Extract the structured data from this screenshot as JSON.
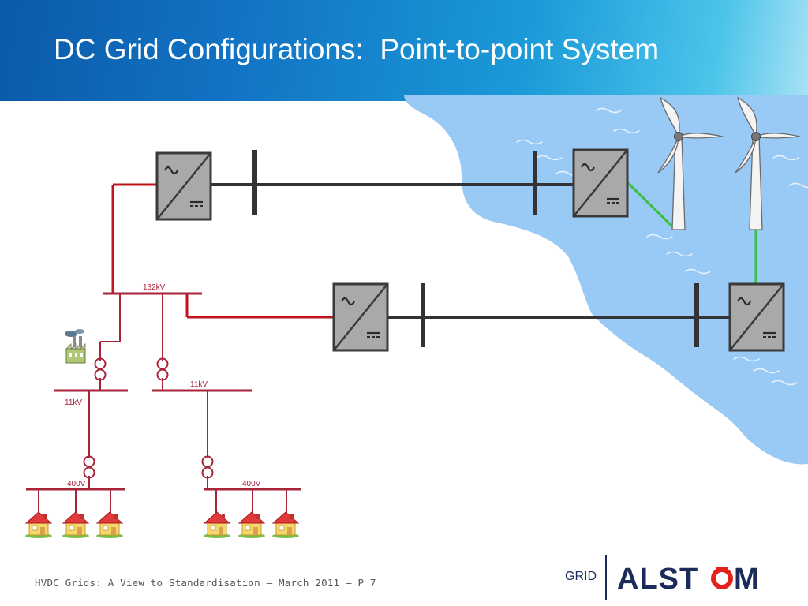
{
  "slide": {
    "title": "DC Grid Configurations:  Point-to-point System",
    "footer": "HVDC Grids: A View to Standardisation – March 2011 – P 7",
    "brand": {
      "grid_label": "GRID",
      "logo_text": "ALSTOM"
    }
  },
  "diagram": {
    "labels": {
      "bus_132kv": "132kV",
      "bus_11kv_left": "11kV",
      "bus_11kv_right": "11kV",
      "bus_400v_left": "400V",
      "bus_400v_right": "400V"
    },
    "converter_symbol": {
      "ac": "~",
      "dc": "⎓"
    }
  },
  "colors": {
    "header_dark": "#0b5aa8",
    "header_light": "#4cc4ea",
    "sea": "#99c9f5",
    "ac_line": "#c0151c",
    "dc_line": "#333333",
    "wind_link": "#39c242",
    "distribution": "#a8243a",
    "brand_navy": "#1b2b5a",
    "brand_red": "#e5211b"
  }
}
